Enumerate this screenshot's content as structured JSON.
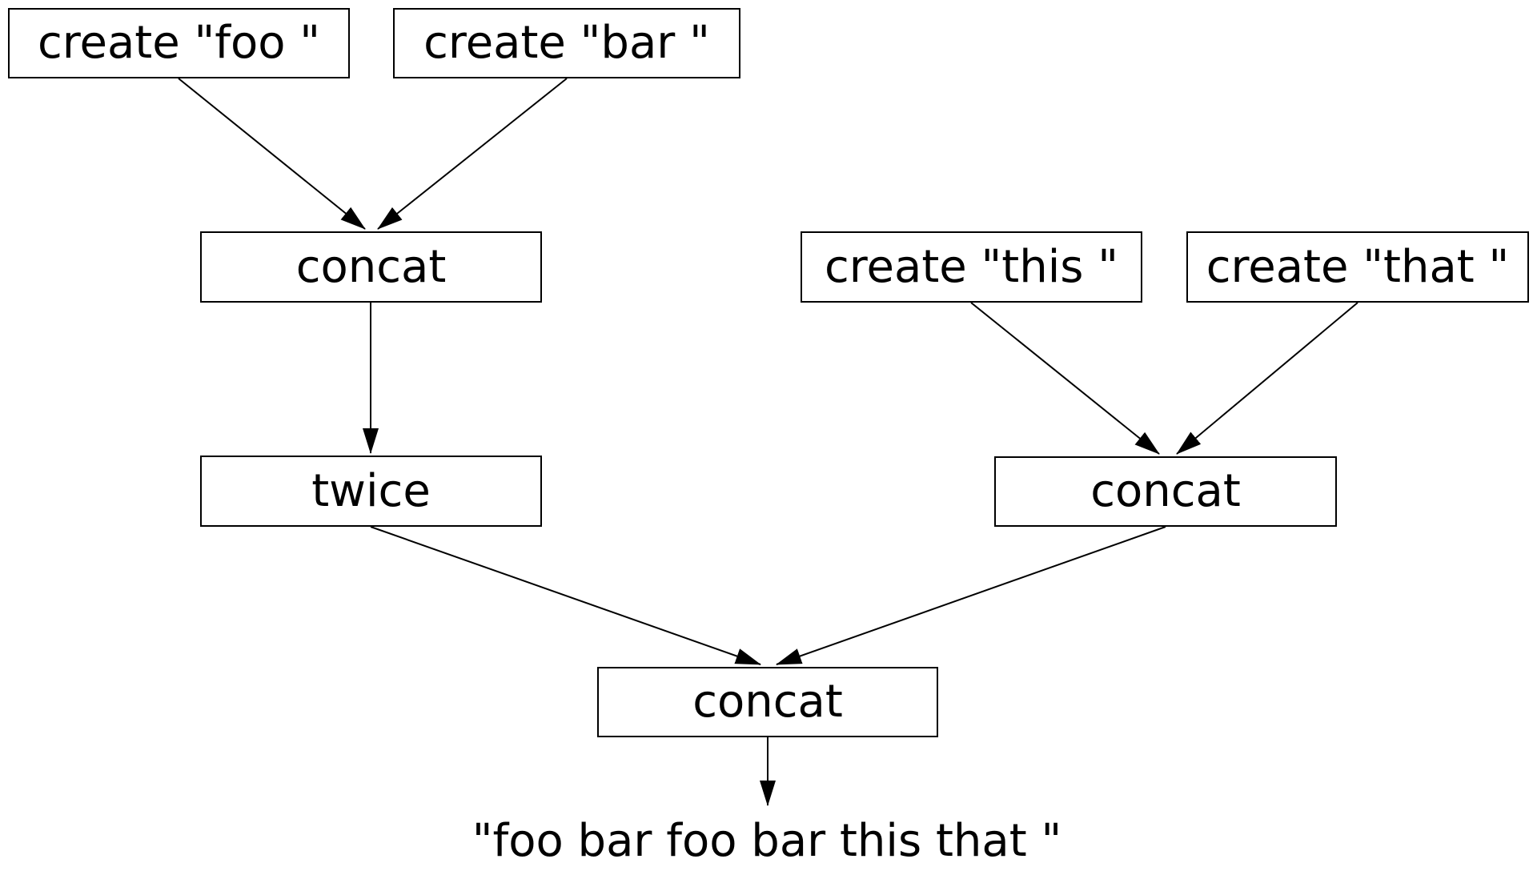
{
  "diagram": {
    "type": "dataflow-graph",
    "background_color": "#ffffff",
    "node_border_color": "#000000",
    "node_fill_color": "#ffffff",
    "text_color": "#000000",
    "nodes": [
      {
        "id": "create-foo",
        "label": "create \"foo \""
      },
      {
        "id": "create-bar",
        "label": "create \"bar \""
      },
      {
        "id": "concat-1",
        "label": "concat"
      },
      {
        "id": "create-this",
        "label": "create \"this \""
      },
      {
        "id": "create-that",
        "label": "create \"that \""
      },
      {
        "id": "twice",
        "label": "twice"
      },
      {
        "id": "concat-2",
        "label": "concat"
      },
      {
        "id": "concat-3",
        "label": "concat"
      }
    ],
    "edges": [
      {
        "from": "create-foo",
        "to": "concat-1"
      },
      {
        "from": "create-bar",
        "to": "concat-1"
      },
      {
        "from": "concat-1",
        "to": "twice"
      },
      {
        "from": "create-this",
        "to": "concat-2"
      },
      {
        "from": "create-that",
        "to": "concat-2"
      },
      {
        "from": "twice",
        "to": "concat-3"
      },
      {
        "from": "concat-2",
        "to": "concat-3"
      },
      {
        "from": "concat-3",
        "to": "output"
      }
    ],
    "output_label": "\"foo bar foo bar this that \""
  }
}
